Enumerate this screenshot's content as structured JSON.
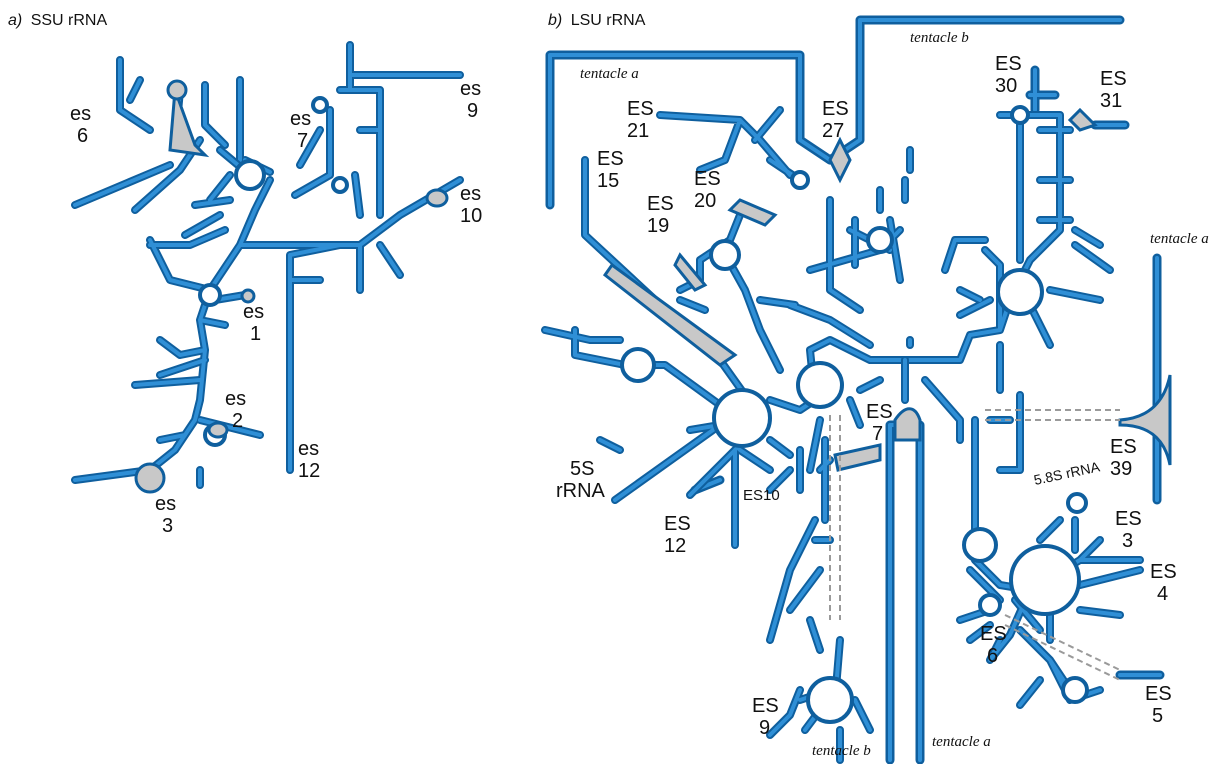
{
  "panels": {
    "ssu": {
      "letter": "a)",
      "title": "SSU rRNA"
    },
    "lsu": {
      "letter": "b)",
      "title": "LSU rRNA"
    }
  },
  "ssu_labels": {
    "es6": [
      "es",
      "6"
    ],
    "es7": [
      "es",
      "7"
    ],
    "es9": [
      "es",
      "9"
    ],
    "es10": [
      "es",
      "10"
    ],
    "es1": [
      "es",
      "1"
    ],
    "es2": [
      "es",
      "2"
    ],
    "es3": [
      "es",
      "3"
    ],
    "es12": [
      "es",
      "12"
    ]
  },
  "lsu_labels": {
    "ES15": [
      "ES",
      "15"
    ],
    "ES21": [
      "ES",
      "21"
    ],
    "ES20": [
      "ES",
      "20"
    ],
    "ES19": [
      "ES",
      "19"
    ],
    "ES27": [
      "ES",
      "27"
    ],
    "ES30": [
      "ES",
      "30"
    ],
    "ES31": [
      "ES",
      "31"
    ],
    "ES7": [
      "ES",
      "7"
    ],
    "ES39": [
      "ES",
      "39"
    ],
    "ES12": [
      "ES",
      "12"
    ],
    "ES10": "ES10",
    "5S": [
      "5S",
      "rRNA"
    ],
    "58S": "5.8S rRNA",
    "ES3": [
      "ES",
      "3"
    ],
    "ES4": [
      "ES",
      "4"
    ],
    "ES6": [
      "ES",
      "6"
    ],
    "ES5": [
      "ES",
      "5"
    ],
    "ES9": [
      "ES",
      "9"
    ]
  },
  "tentacles": {
    "a_top": "tentacle a",
    "b_top": "tentacle b",
    "a_right": "tentacle a",
    "b_bottom": "tentacle b",
    "a_bottom": "tentacle a"
  },
  "colors": {
    "backbone": "#0f5f9e",
    "strand": "#2f8fd6",
    "expansion_fill": "#c8c8c8",
    "tertiary_dashes": "#9a9a9a"
  }
}
